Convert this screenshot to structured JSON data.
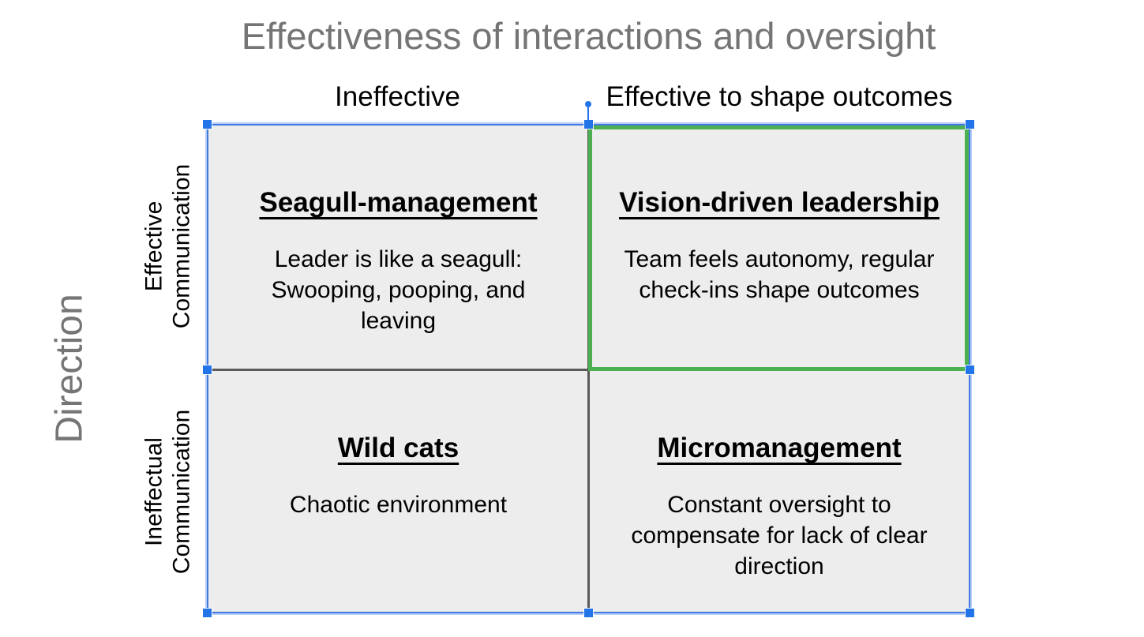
{
  "title": {
    "text": "Effectiveness of interactions and oversight"
  },
  "x_axis": {
    "left": "Ineffective",
    "right": "Effective to shape outcomes"
  },
  "y_axis": {
    "label": "Direction",
    "top_lines": [
      "Effective",
      "Communication"
    ],
    "bottom_lines": [
      "Ineffectual",
      "Communication"
    ]
  },
  "quadrants": {
    "top_left": {
      "title": "Seagull-management",
      "description": "Leader is like a seagull: Swooping, pooping, and leaving",
      "highlighted": false
    },
    "top_right": {
      "title": "Vision-driven leadership",
      "description": "Team feels autonomy, regular check-ins shape outcomes",
      "highlighted": true
    },
    "bottom_left": {
      "title": "Wild cats",
      "description": "Chaotic environment",
      "highlighted": false
    },
    "bottom_right": {
      "title": "Micromanagement",
      "description": "Constant oversight to compensate for lack of clear direction",
      "highlighted": false
    }
  },
  "colors": {
    "highlight_green": "#4caf50",
    "selection_blue": "#3f79e2",
    "selection_light": "#b9cdf7",
    "handle_blue": "#2374e8",
    "quadrant_fill": "#ededed",
    "divider_gray": "#5a5a5a",
    "muted_text": "#757575",
    "text_black": "#000000",
    "canvas_background": "#ffffff"
  }
}
